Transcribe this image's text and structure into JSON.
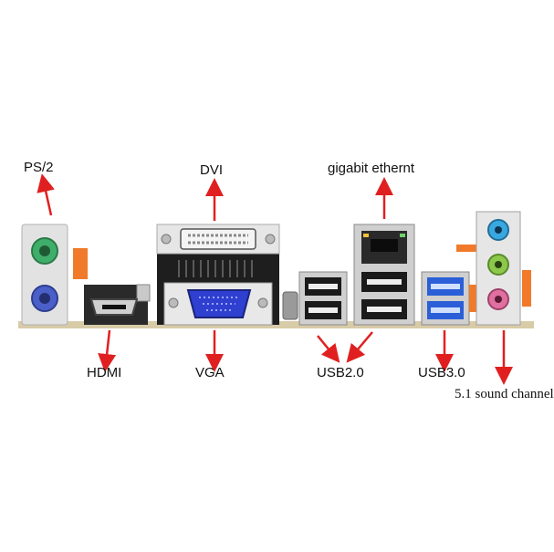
{
  "labels": {
    "ps2": "PS/2",
    "dvi": "DVI",
    "gigabit": "gigabit ethernt",
    "hdmi": "HDMI",
    "vga": "VGA",
    "usb2": "USB2.0",
    "usb3": "USB3.0",
    "sound": "5.1 sound channel"
  },
  "colors": {
    "arrow": "#e02020",
    "ps2_keyboard": "#3fae6a",
    "ps2_mouse": "#4a5fc8",
    "vga_blue": "#2f3fd0",
    "usb3_blue": "#2a5fd8",
    "audio_blue": "#3aa8e0",
    "audio_green": "#8cc84a",
    "audio_pink": "#e070a0",
    "orange": "#f07a2a",
    "board": "#d8cba8"
  }
}
